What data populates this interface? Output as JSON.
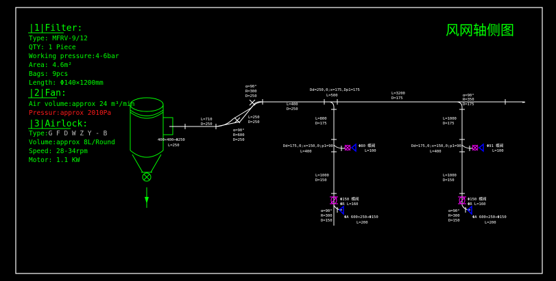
{
  "title": "风网轴侧图",
  "spec": {
    "filter_heading": "|1|Filter:",
    "filter_lines": [
      "Type: MFRV-9/12",
      "QTY: 1 Piece",
      "Working pressure:4-6bar",
      "Area: 4.6m²",
      "Bags: 9pcs",
      "Length: Φ140×1200mm"
    ],
    "fan_heading": "|2|Fan:",
    "fan_air": "Air volume:approx 24 m³/min",
    "fan_pressure": "Pressur:approx 2010Pa",
    "airlock_heading": "|3|Airlock:",
    "airlock_type_label": "Type:",
    "airlock_type_value": "G F D W Z Y - B",
    "airlock_lines": [
      "Volume:approx 8L/Round",
      "Speed: 28-34rpm",
      "Motor: 1.1 KW"
    ]
  },
  "labels": {
    "outlet": "400×400→Φ250",
    "outlet_l": "L=250",
    "seg1_l": "L=710",
    "seg1_d": "D=250",
    "bend1_a": "α=90°",
    "bend1_r": "R=600",
    "bend1_d": "D=250",
    "seg2_l": "L=250",
    "seg2_d": "D=250",
    "bend2_a": "α=90°",
    "bend2_r": "R=300",
    "bend2_d": "D=250",
    "seg3_l": "L=400",
    "seg3_d": "D=250",
    "tee1": "Dd=250,0;x=175,Dp1=175",
    "tee1_l": "L=500",
    "seg4_l": "L=3200",
    "seg4_d": "D=175",
    "bend3_a": "α=90°",
    "bend3_r": "R=350",
    "bend3_d": "D=175",
    "left_v1_l": "L=800",
    "left_v1_d": "D=175",
    "right_v1_l": "L=1000",
    "right_v1_d": "D=175",
    "left_tee": "Dd=175,0;x=150,0;p1=90",
    "left_tee_l": "L=400",
    "right_tee": "Dd=175,0;x=150,0;p1=90",
    "right_tee_l": "L=400",
    "left_valve": "Φ80 蝶阀",
    "left_valve_l": "L=100",
    "right_valve": "Φ91 蝶阀",
    "right_valve_l": "L=100",
    "left_v2_l": "L=1000",
    "left_v2_d": "D=150",
    "right_v2_l": "L=1000",
    "right_v2_d": "D=150",
    "left_bvalve": "Φ150 蝶阀",
    "left_bvalve_l": "ΦR L=160",
    "right_bvalve": "Φ150 蝶阀",
    "right_bvalve_l": "ΦR L=160",
    "left_bend_a": "α=90°",
    "left_bend_r": "R=300",
    "left_bend_d": "D=150",
    "right_bend_a": "α=90°",
    "right_bend_r": "R=300",
    "right_bend_d": "D=150",
    "left_hood": "ΦA 600×250→Φ150",
    "left_hood_l": "L=200",
    "right_hood": "ΦA 600×250→Φ150",
    "right_hood_l": "L=200"
  }
}
